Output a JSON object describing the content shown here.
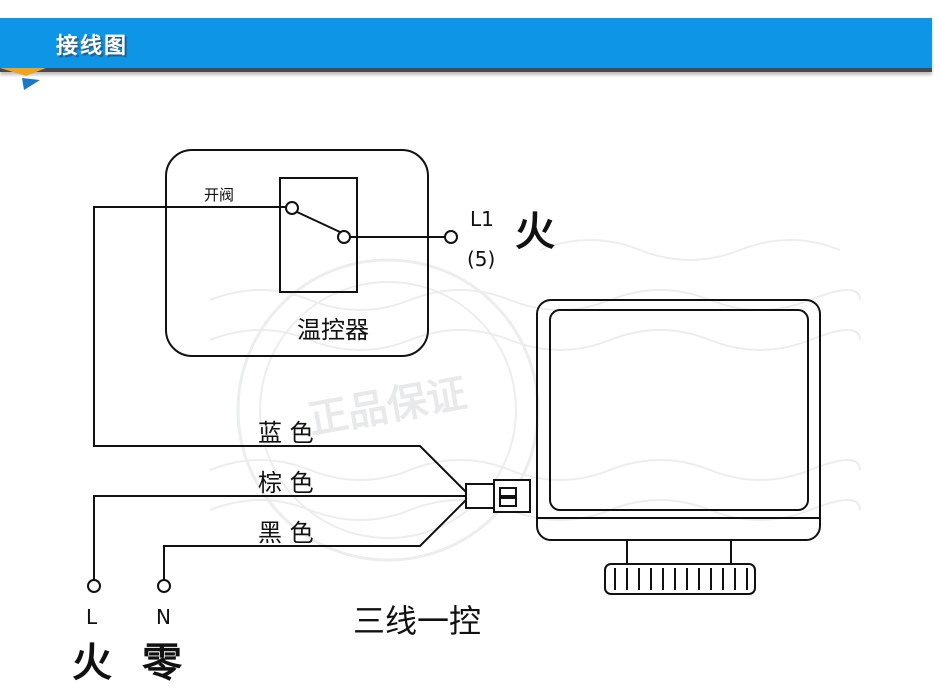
{
  "header": {
    "title": "接线图",
    "bar_color": "#0e95e6",
    "accent_color": "#f3a21d"
  },
  "diagram": {
    "thermostat_label": "温控器",
    "switch_label": "开阀",
    "terminal_l1": "L1",
    "terminal_l1_number": "(5)",
    "terminal_l1_meaning": "火",
    "wire_blue": "蓝 色",
    "wire_brown": "棕 色",
    "wire_black": "黑 色",
    "terminal_l": "L",
    "terminal_n": "N",
    "live_label": "火",
    "neutral_label": "零",
    "caption": "三线一控",
    "watermark_text": "正品保证"
  }
}
